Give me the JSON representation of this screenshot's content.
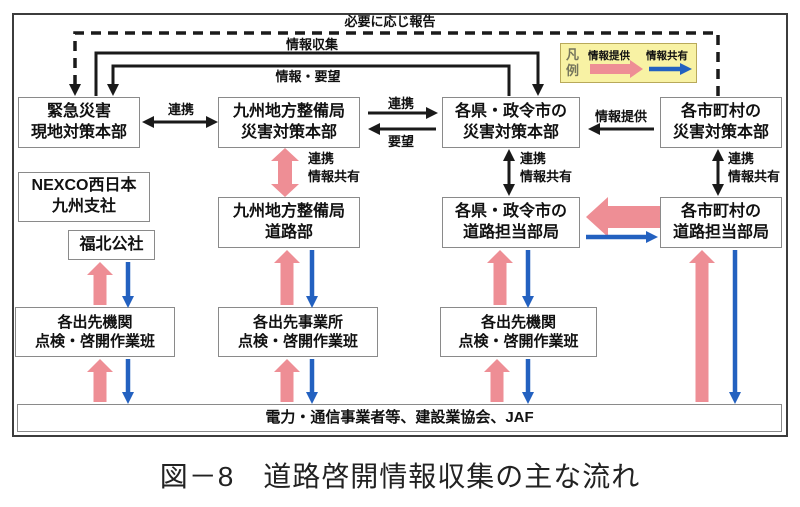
{
  "colors": {
    "pink": "#EE8E95",
    "blue": "#2361C0",
    "black": "#1A1A1A",
    "legend_bg": "#F8F2A4",
    "legend_border": "#B8A95A",
    "box_border": "#8A8A8A"
  },
  "top_flows": {
    "report_as_needed": "必要に応じ報告",
    "info_collection": "情報収集",
    "info_request": "情報・要望"
  },
  "labels": {
    "renkei": "連携",
    "yobo": "要望",
    "joho_teikyo": "情報提供",
    "joho_kyoyu": "情報共有"
  },
  "legend": {
    "title": "凡例",
    "provide": "情報提供",
    "share": "情報共有"
  },
  "boxes": {
    "kinkyu": {
      "line1": "緊急災害",
      "line2": "現地対策本部"
    },
    "qshu_saigai": {
      "line1": "九州地方整備局",
      "line2": "災害対策本部"
    },
    "kenseirei_saigai": {
      "line1": "各県・政令市の",
      "line2": "災害対策本部"
    },
    "shichoson_saigai": {
      "line1": "各市町村の",
      "line2": "災害対策本部"
    },
    "nexco": {
      "line1": "NEXCO西日本",
      "line2": "九州支社"
    },
    "fukuhoku": {
      "line1": "福北公社"
    },
    "qshu_doro": {
      "line1": "九州地方整備局",
      "line2": "道路部"
    },
    "kenseirei_doro": {
      "line1": "各県・政令市の",
      "line2": "道路担当部局"
    },
    "shichoson_doro": {
      "line1": "各市町村の",
      "line2": "道路担当部局"
    },
    "demasaki_left": {
      "line1": "各出先機関",
      "line2": "点検・啓開作業班"
    },
    "demasaki_center": {
      "line1": "各出先事業所",
      "line2": "点検・啓開作業班"
    },
    "demasaki_right": {
      "line1": "各出先機関",
      "line2": "点検・啓開作業班"
    },
    "bottom": {
      "line1": "電力・通信事業者等、建設業協会、JAF"
    }
  },
  "caption": "図－8　道路啓開情報収集の主な流れ"
}
